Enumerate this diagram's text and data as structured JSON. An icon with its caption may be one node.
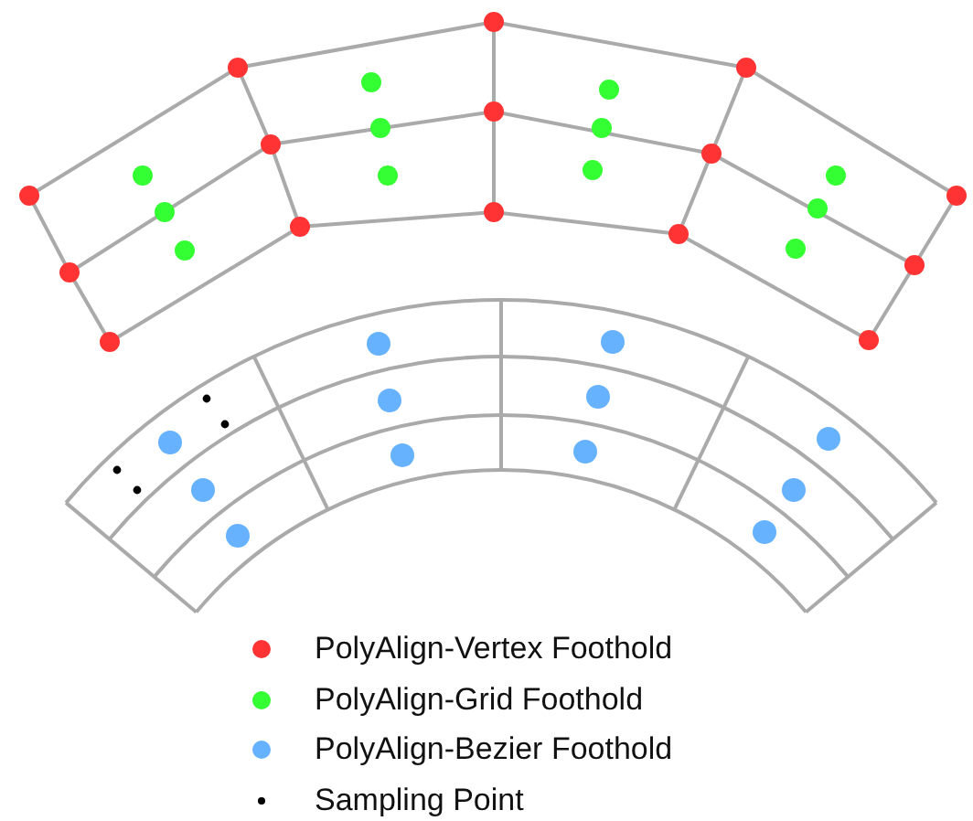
{
  "diagram": {
    "legend": [
      {
        "text": "PolyAlign-Vertex Foothold",
        "color": "#ff3333"
      },
      {
        "text": "PolyAlign-Grid Foothold",
        "color": "#33ff33"
      },
      {
        "text": "PolyAlign-Bezier Foothold",
        "color": "#66b2ff"
      },
      {
        "text": "Sampling Point",
        "color": "#000000"
      }
    ]
  }
}
